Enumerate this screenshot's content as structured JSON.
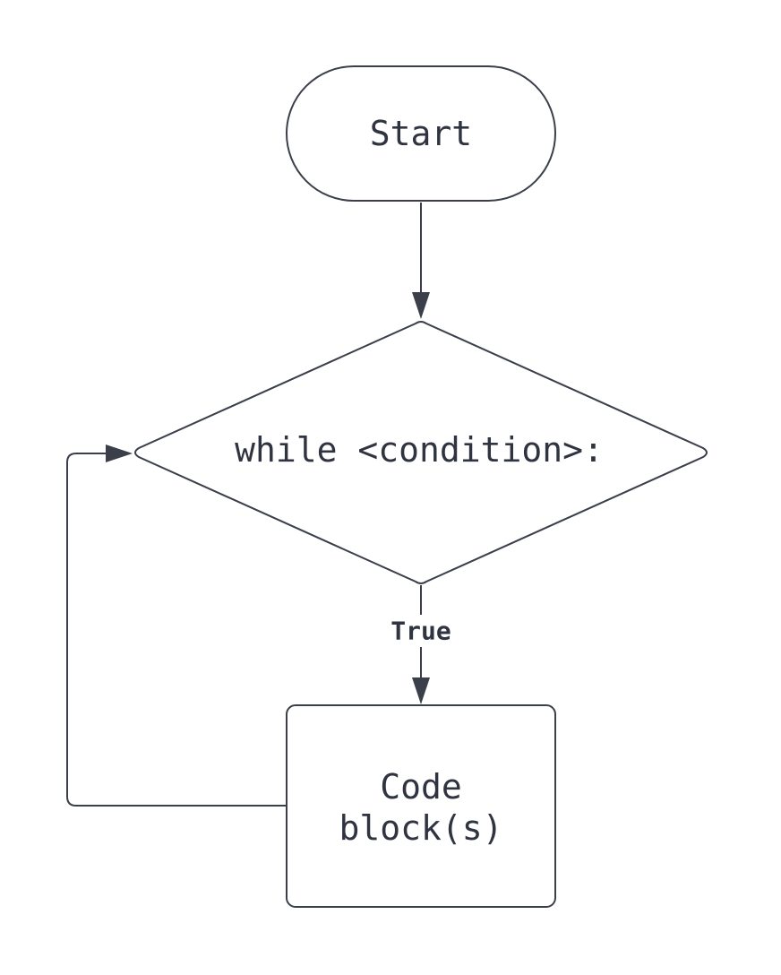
{
  "diagram": {
    "nodes": {
      "start": {
        "label": "Start"
      },
      "condition": {
        "label": "while <condition>:"
      },
      "code_block": {
        "lines": [
          "Code",
          "block(s)"
        ]
      }
    },
    "edges": {
      "true_label": "True"
    },
    "colors": {
      "stroke": "#3a3f4a",
      "text": "#2f3440",
      "background": "#ffffff"
    }
  }
}
